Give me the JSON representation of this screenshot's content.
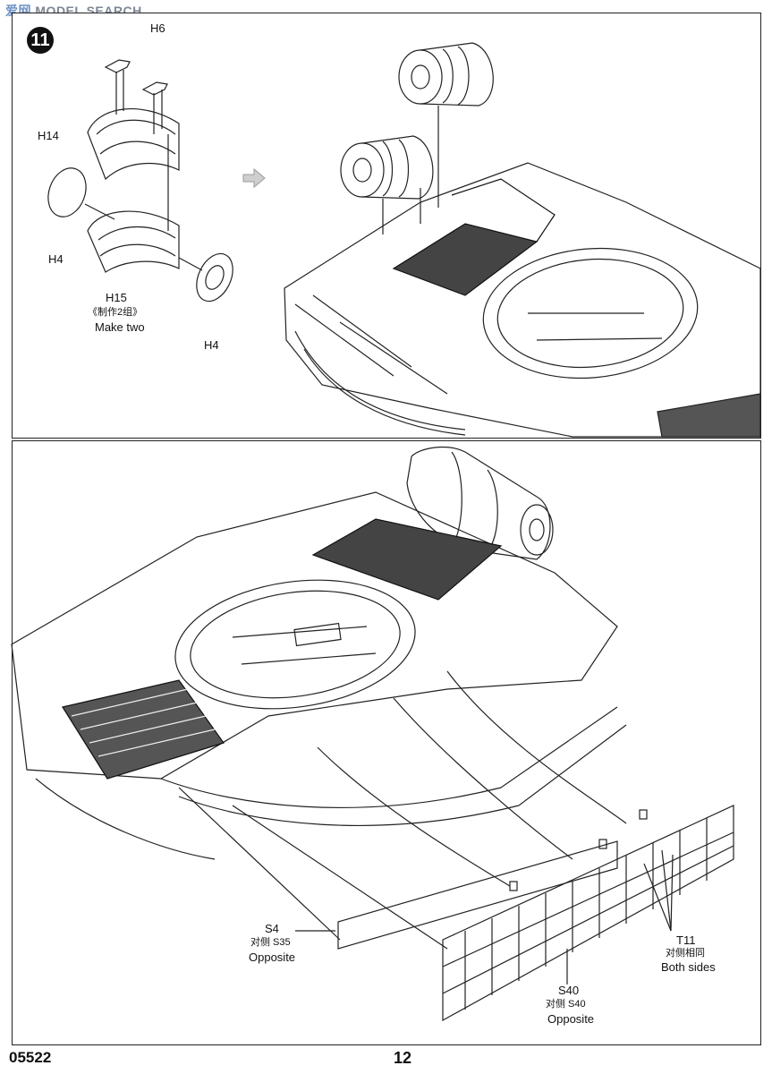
{
  "watermark": {
    "cn": "爱网",
    "en": "SEARCH",
    "prefix": "MODEL"
  },
  "step": {
    "number": "11"
  },
  "top_panel": {
    "labels": {
      "h6": "H6",
      "h14": "H14",
      "h4_left": "H4",
      "h15": "H15",
      "h15_cn": "《制作2组》",
      "h15_en": "Make two",
      "h4_right": "H4"
    }
  },
  "bottom_panel": {
    "labels": {
      "s4": "S4",
      "s4_cn": "对侧  S35",
      "s4_en": "Opposite",
      "t11": "T11",
      "t11_cn": "对侧相同",
      "t11_en": "Both sides",
      "s40": "S40",
      "s40_cn": "对侧  S40",
      "s40_en": "Opposite"
    }
  },
  "footer": {
    "code": "05522",
    "page": "12"
  }
}
